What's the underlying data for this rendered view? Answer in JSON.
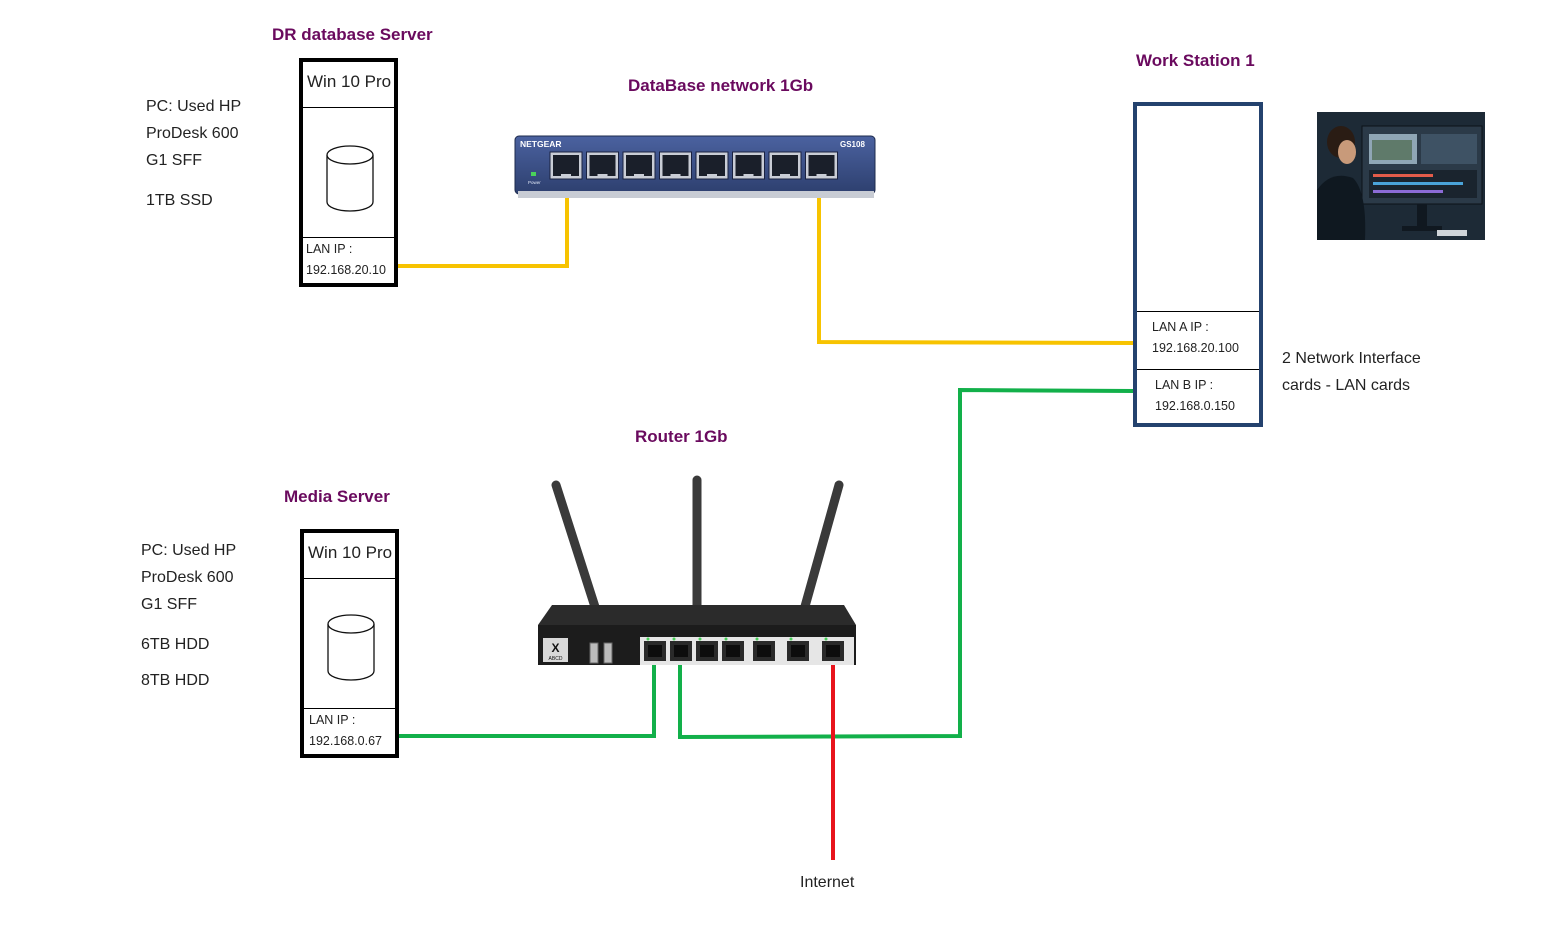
{
  "dr_server": {
    "title": "DR database Server",
    "os": "Win 10 Pro",
    "spec_lines": [
      "PC: Used  HP",
      "ProDesk 600",
      "G1 SFF"
    ],
    "storage": "1TB SSD",
    "ip_label": "LAN IP :",
    "ip_value": "192.168.20.10"
  },
  "switch": {
    "title": "DataBase network 1Gb",
    "brand": "NETGEAR",
    "model": "GS108",
    "power_label": "Power"
  },
  "workstation": {
    "title": "Work Station 1",
    "lan_a_label": "LAN  A  IP :",
    "lan_a_ip": "192.168.20.100",
    "lan_b_label": "LAN  B  IP :",
    "lan_b_ip": "192.168.0.150",
    "nic_note_line1": "2 Network Interface",
    "nic_note_line2": "cards  - LAN cards"
  },
  "router": {
    "title": "Router 1Gb",
    "badge": "X",
    "badge_sub": "ABCD"
  },
  "media_server": {
    "title": "Media Server",
    "os": "Win 10 Pro",
    "spec_lines": [
      "PC: Used  HP",
      "ProDesk 600",
      "G1 SFF"
    ],
    "storage_1": "6TB HDD",
    "storage_2": "8TB HDD",
    "ip_label": "LAN IP :",
    "ip_value": "192.168.0.67"
  },
  "internet_label": "Internet",
  "colors": {
    "title": "#6a0a5e",
    "db_link": "#f7c300",
    "lan_link": "#12b04a",
    "wan_link": "#e8141c",
    "workstation_border": "#24426e",
    "switch_body": "#3a4f86"
  },
  "icons": [
    "disk-cylinder-icon",
    "network-switch-icon",
    "router-icon",
    "workstation-photo-icon"
  ]
}
